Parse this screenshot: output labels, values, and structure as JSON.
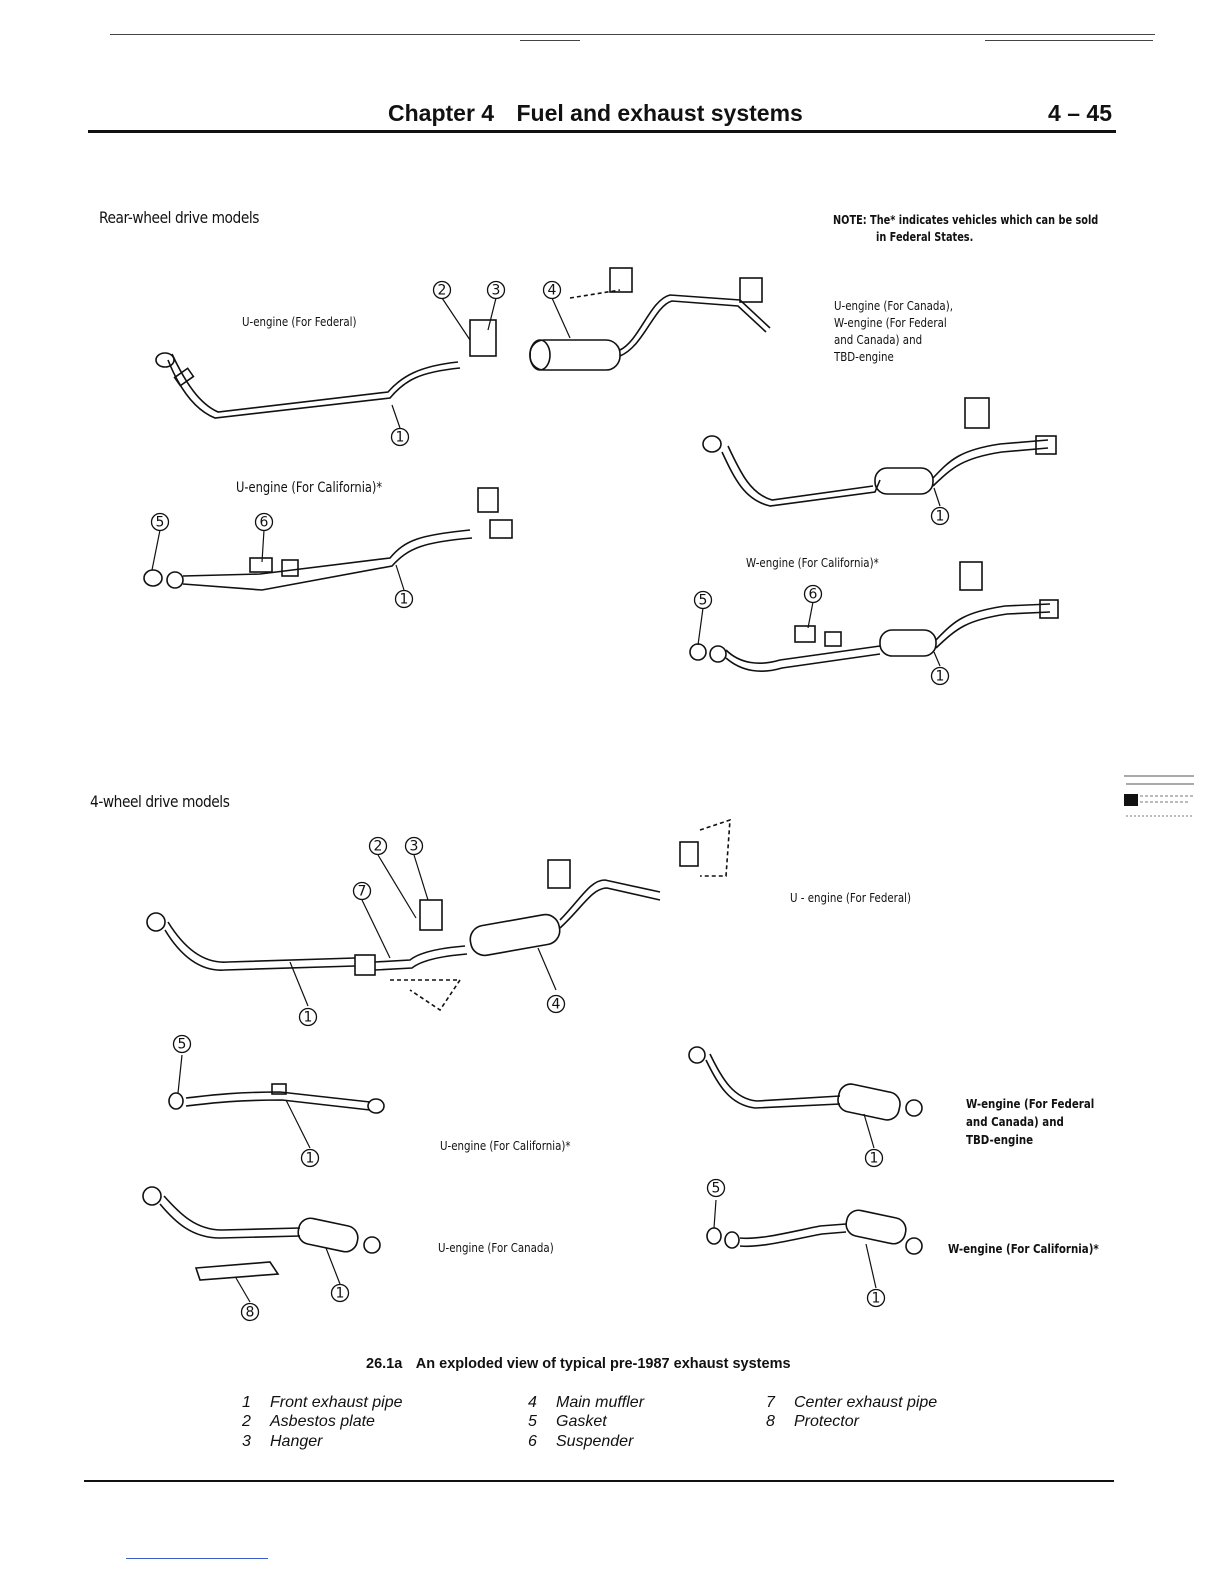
{
  "header": {
    "chapter": "Chapter 4",
    "title": "Fuel and exhaust systems",
    "page_number": "4 – 45"
  },
  "sections": {
    "rear": "Rear-wheel drive models",
    "fourwd": "4-wheel drive models"
  },
  "note": {
    "line1": "NOTE: The* indicates vehicles which can be sold",
    "line2": "in Federal States."
  },
  "diagram_labels": {
    "rwd_u_federal": "U-engine (For Federal)",
    "rwd_u_california": "U-engine (For California)*",
    "rwd_canada_line1": "U-engine (For Canada),",
    "rwd_canada_line2": "W-engine (For Federal",
    "rwd_canada_line3": "and Canada) and",
    "rwd_canada_line4": "TBD-engine",
    "rwd_w_california": "W-engine (For California)*",
    "fwd_u_federal": "U - engine (For Federal)",
    "fwd_u_california": "U-engine (For California)*",
    "fwd_u_canada": "U-engine (For Canada)",
    "fwd_w_federal_line1": "W-engine (For Federal",
    "fwd_w_federal_line2": "and Canada) and",
    "fwd_w_federal_line3": "TBD-engine",
    "fwd_w_california": "W-engine (For California)*"
  },
  "callout_numbers": [
    "1",
    "2",
    "3",
    "4",
    "5",
    "6",
    "7",
    "8"
  ],
  "figure": {
    "number": "26.1a",
    "caption": "An exploded view of typical pre-1987 exhaust systems"
  },
  "legend": [
    {
      "num": "1",
      "label": "Front exhaust pipe"
    },
    {
      "num": "2",
      "label": "Asbestos plate"
    },
    {
      "num": "3",
      "label": "Hanger"
    },
    {
      "num": "4",
      "label": "Main muffler"
    },
    {
      "num": "5",
      "label": "Gasket"
    },
    {
      "num": "6",
      "label": "Suspender"
    },
    {
      "num": "7",
      "label": "Center exhaust pipe"
    },
    {
      "num": "8",
      "label": "Protector"
    }
  ]
}
